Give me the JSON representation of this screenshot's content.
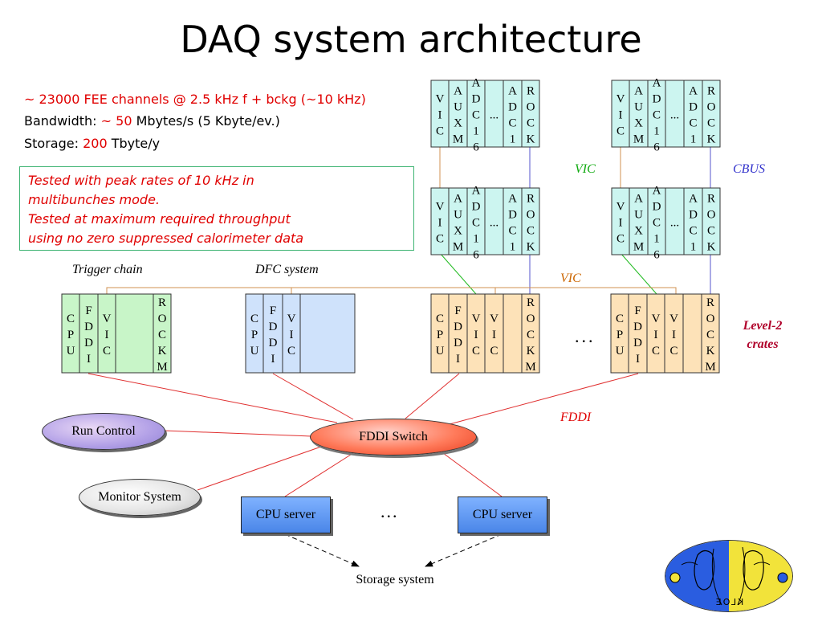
{
  "title": "DAQ system architecture",
  "info": {
    "line1": "~ 23000 FEE channels @ 2.5 kHz f + bckg (~10 kHz)",
    "bw_label": "Bandwidth:",
    "bw_tilde": "~",
    "bw_value": "50",
    "bw_unit": "Mbytes/s (5 Kbyte/ev.)",
    "storage_label": "Storage:",
    "storage_value": "200",
    "storage_unit": "Tbyte/y"
  },
  "note": {
    "lines": [
      "Tested with peak rates of 10 kHz in",
      "multibunches mode.",
      "Tested at maximum required throughput",
      "using no zero suppressed calorimeter data"
    ]
  },
  "labels": {
    "vic_top": "VIC",
    "cbus": "CBUS",
    "vic_mid": "VIC",
    "trigger_chain": "Trigger chain",
    "dfc_system": "DFC system",
    "level2_line1": "Level-2",
    "level2_line2": "crates",
    "fddi": "FDDI",
    "storage": "Storage system"
  },
  "crate_slots": [
    "VIC",
    "AUXM",
    "ADC16",
    "...",
    "ADC1",
    "ROCK"
  ],
  "trigger_slots": [
    "CPU",
    "FDDI",
    "VIC",
    "ROCKM"
  ],
  "dfc_slots": [
    "CPU",
    "FDDI",
    "VIC"
  ],
  "level2_slots": [
    "CPU",
    "FDDI",
    "VIC",
    "VIC",
    "ROCKM"
  ],
  "nodes": {
    "run_control": "Run Control",
    "monitor": "Monitor System",
    "fddi_switch": "FDDI Switch",
    "cpu_server": "CPU server",
    "ellipsis": "..."
  },
  "colors": {
    "cyan_crate": "#ccf5f0",
    "green_crate": "#c8f5c8",
    "blue_crate": "#cfe2fb",
    "orange_crate": "#fde2b8",
    "red_text": "#e00000",
    "green_text": "#11aa11",
    "blue_text": "#3333cc",
    "orange_text": "#cc6600",
    "level2_text": "#b0002a"
  },
  "logo": {
    "text": "KLOE"
  }
}
